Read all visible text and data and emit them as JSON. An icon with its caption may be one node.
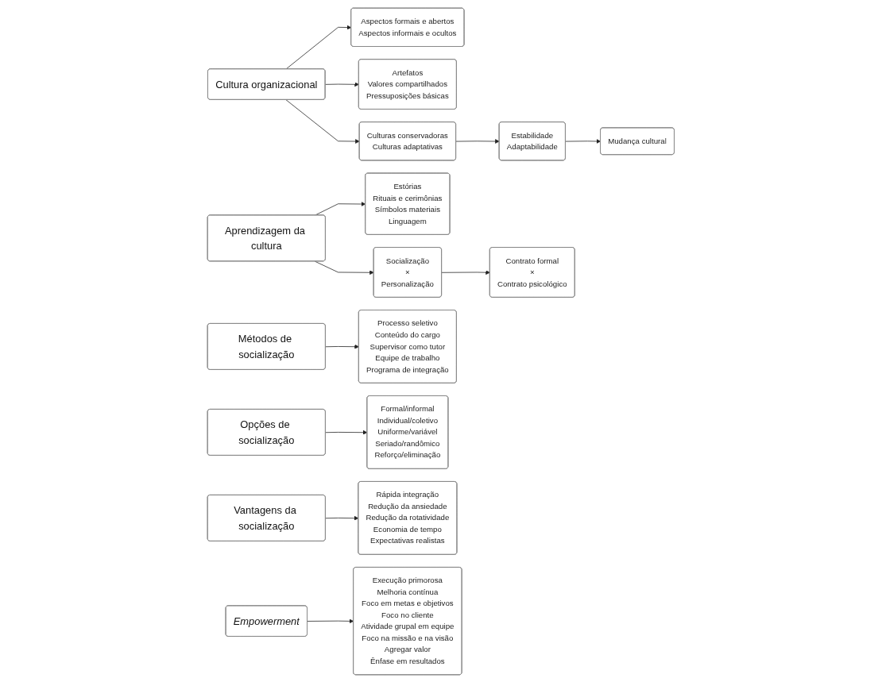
{
  "diagram": {
    "nodes": [
      {
        "text": [
          "Cultura organizacional"
        ]
      },
      {
        "text": [
          "Aspectos formais e abertos",
          "Aspectos informais e ocultos"
        ]
      },
      {
        "text": [
          "Artefatos",
          "Valores compartilhados",
          "Pressuposições básicas"
        ]
      },
      {
        "text": [
          "Culturas conservadoras",
          "Culturas adaptativas"
        ]
      },
      {
        "text": [
          "Estabilidade",
          "Adaptabilidade"
        ]
      },
      {
        "text": [
          "Mudança cultural"
        ]
      },
      {
        "text": [
          "Aprendizagem da cultura"
        ]
      },
      {
        "text": [
          "Estórias",
          "Rituais e cerimônias",
          "Símbolos materiais",
          "Linguagem"
        ]
      },
      {
        "text": [
          "Socialização",
          "×",
          "Personalização"
        ]
      },
      {
        "text": [
          "Contrato formal",
          "×",
          "Contrato psicológico"
        ]
      },
      {
        "text": [
          "Métodos de socialização"
        ]
      },
      {
        "text": [
          "Processo seletivo",
          "Conteúdo do cargo",
          "Supervisor como tutor",
          "Equipe de trabalho",
          "Programa de integração"
        ]
      },
      {
        "text": [
          "Opções de socialização"
        ]
      },
      {
        "text": [
          "Formal/informal",
          "Individual/coletivo",
          "Uniforme/variável",
          "Seriado/randômico",
          "Reforço/eliminação"
        ]
      },
      {
        "text": [
          "Vantagens da socialização"
        ]
      },
      {
        "text": [
          "Rápida integração",
          "Redução da ansiedade",
          "Redução da rotatividade",
          "Economia de tempo",
          "Expectativas realistas"
        ]
      },
      {
        "text": [
          "Empowerment"
        ]
      },
      {
        "text": [
          "Execução primorosa",
          "Melhoria contínua",
          "Foco em metas e objetivos",
          "Foco no cliente",
          "Atividade grupal em equipe",
          "Foco na missão e na visão",
          "Agregar valor",
          "Ênfase em resultados"
        ]
      }
    ],
    "edges": [
      {
        "from": 0,
        "to": 1,
        "arrow": "to"
      },
      {
        "from": 0,
        "to": 2,
        "arrow": "to"
      },
      {
        "from": 0,
        "to": 3,
        "arrow": "to"
      },
      {
        "from": 3,
        "to": 4,
        "arrow": "to"
      },
      {
        "from": 4,
        "to": 5,
        "arrow": "to"
      },
      {
        "from": 6,
        "to": 7,
        "arrow": "to"
      },
      {
        "from": 6,
        "to": 8,
        "arrow": "to"
      },
      {
        "from": 8,
        "to": 9,
        "arrow": "to"
      },
      {
        "from": 10,
        "to": 11,
        "arrow": "to"
      },
      {
        "from": 12,
        "to": 13,
        "arrow": "to"
      },
      {
        "from": 14,
        "to": 15,
        "arrow": "to"
      },
      {
        "from": 16,
        "to": 17,
        "arrow": "to"
      }
    ]
  }
}
